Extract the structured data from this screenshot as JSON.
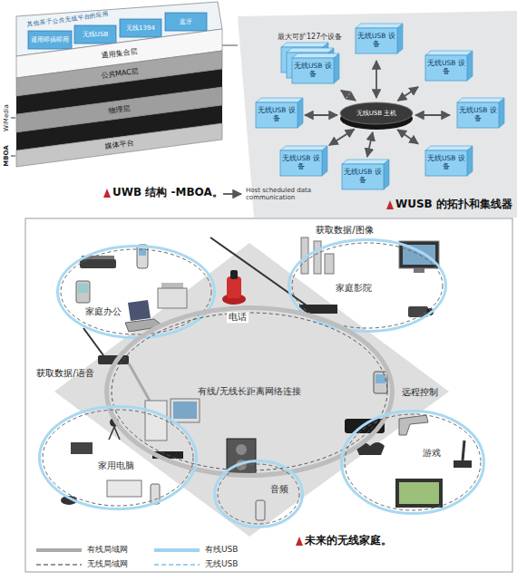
{
  "diagram": {
    "nodes": [
      {
        "text": [
          "通用即插即用"
        ]
      },
      {
        "text": [
          "无线USB"
        ]
      },
      {
        "text": [
          "无线1394"
        ]
      },
      {
        "text": [
          "蓝牙"
        ]
      },
      {
        "text": [
          "通用集合层"
        ]
      },
      {
        "text": [
          "公共MAC层"
        ]
      },
      {
        "text": [
          "物理层"
        ]
      },
      {
        "text": [
          "媒体平台"
        ]
      },
      {
        "text": [
          "无线USB 主机"
        ]
      },
      {
        "text": [
          "最大可扩127个设备",
          "无线USB 设备"
        ]
      },
      {
        "text": [
          "无线USB 设备"
        ]
      },
      {
        "text": [
          "无线USB 设备"
        ]
      },
      {
        "text": [
          "无线USB 设备"
        ]
      },
      {
        "text": [
          "无线USB 设备"
        ]
      },
      {
        "text": [
          "无线USB 设备"
        ]
      },
      {
        "text": [
          "无线USB 设备"
        ]
      },
      {
        "text": [
          "无线USB 设备"
        ]
      },
      {
        "text": [
          "家庭办公"
        ]
      },
      {
        "text": [
          "家庭影院"
        ]
      },
      {
        "text": [
          "有线/无线长距离网络连接"
        ]
      },
      {
        "text": [
          "家用电脑"
        ]
      },
      {
        "text": [
          "音频"
        ]
      },
      {
        "text": [
          "游戏"
        ]
      }
    ],
    "edges": [
      {
        "from": 8,
        "to": 9,
        "arrow": "both"
      },
      {
        "from": 8,
        "to": 10,
        "arrow": "both"
      },
      {
        "from": 8,
        "to": 11,
        "arrow": "both"
      },
      {
        "from": 8,
        "to": 12,
        "arrow": "both"
      },
      {
        "from": 8,
        "to": 13,
        "arrow": "both"
      },
      {
        "from": 8,
        "to": 14,
        "arrow": "both"
      },
      {
        "from": 8,
        "to": 15,
        "arrow": "both"
      },
      {
        "from": 8,
        "to": 16,
        "arrow": "both"
      }
    ],
    "labels": [
      "其他基于公共无线平台的应用",
      "WiMedia",
      "MBOA",
      "UWB 结构 -MBOA。",
      "WUSB 的拓扑和集线器",
      "电话",
      "获取数据/图像",
      "获取数据/语音",
      "远程控制",
      "未来的无线家庭。"
    ],
    "legend": [
      {
        "text": "Host scheduled data communication"
      },
      {
        "text": "有线局域网"
      },
      {
        "text": "无线局域网"
      },
      {
        "text": "有线USB"
      },
      {
        "text": "无线USB"
      }
    ]
  }
}
